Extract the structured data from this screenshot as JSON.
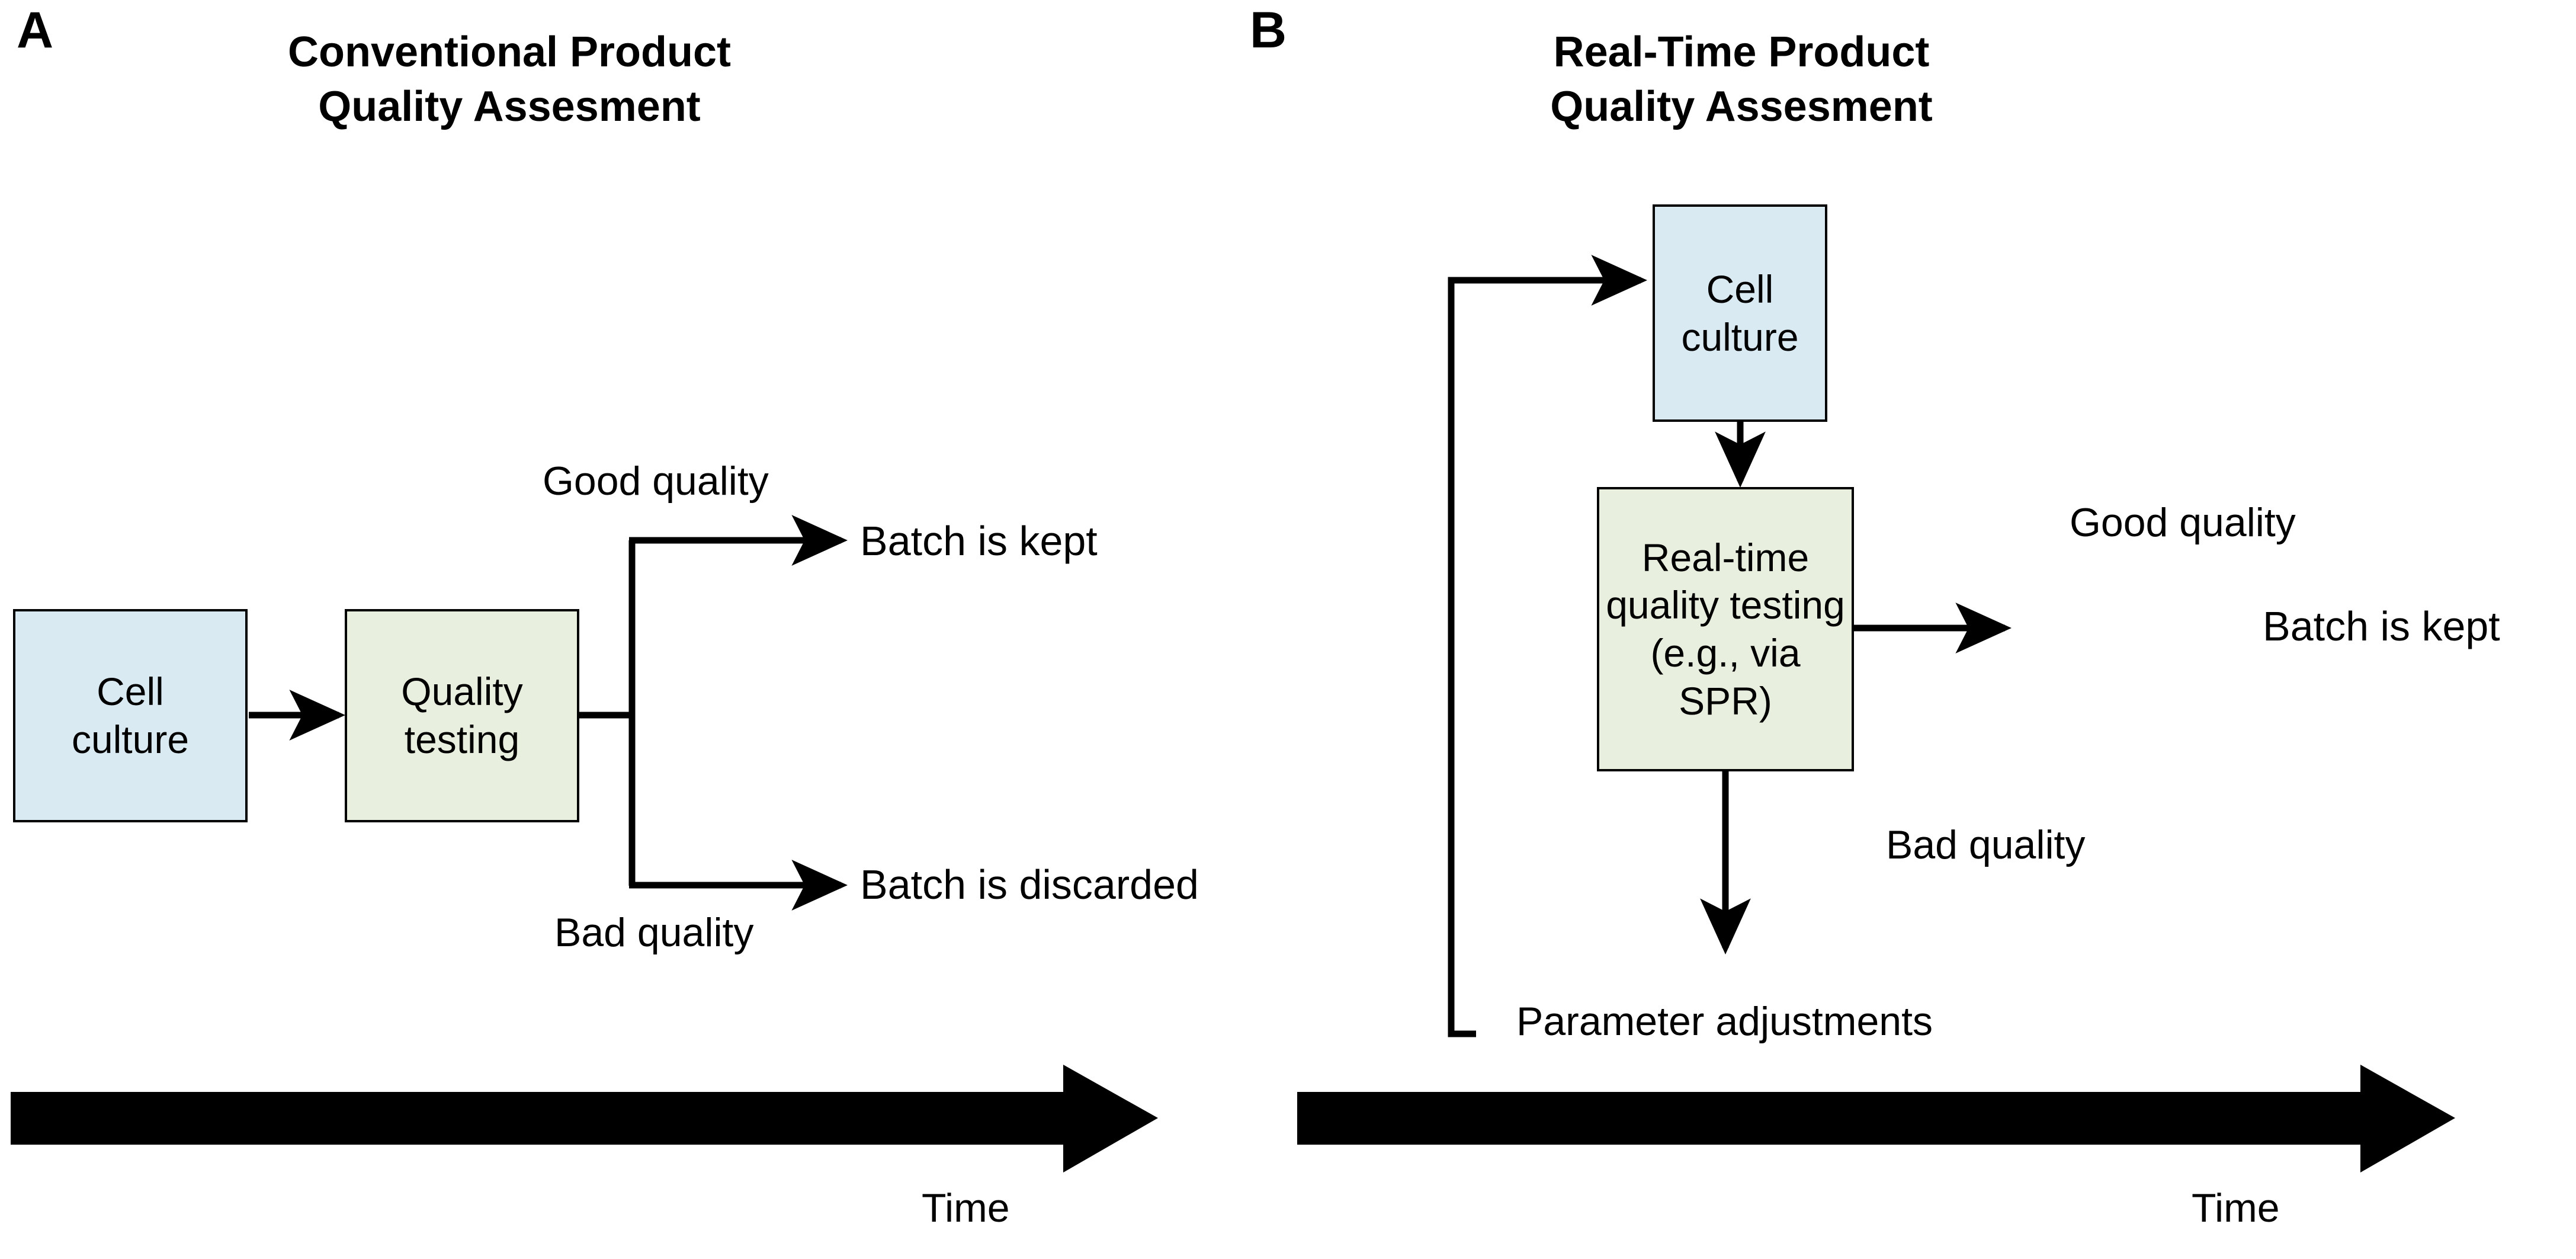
{
  "figure": {
    "background": "#ffffff",
    "stroke_color": "#000000",
    "box_fill_blue": "#daeaf2",
    "box_fill_green": "#e9efdf"
  },
  "panels": [
    {
      "letter": "A",
      "title": "Conventional Product\nQuality Assesment",
      "nodes": [
        {
          "id": "cell-culture",
          "label": "Cell\nculture",
          "fill": "blue"
        },
        {
          "id": "quality-testing",
          "label": "Quality\ntesting",
          "fill": "green"
        }
      ],
      "edge_labels": [
        {
          "id": "good-quality",
          "text": "Good quality"
        },
        {
          "id": "bad-quality",
          "text": "Bad quality"
        }
      ],
      "outcomes": [
        {
          "id": "batch-kept",
          "text": "Batch is kept"
        },
        {
          "id": "batch-discarded",
          "text": "Batch is discarded"
        }
      ],
      "time_axis_label": "Time"
    },
    {
      "letter": "B",
      "title": "Real-Time Product\nQuality Assesment",
      "nodes": [
        {
          "id": "cell-culture",
          "label": "Cell\nculture",
          "fill": "blue"
        },
        {
          "id": "realtime-quality-testing",
          "label": "Real-time\nquality testing\n(e.g., via SPR)",
          "fill": "green"
        }
      ],
      "edge_labels": [
        {
          "id": "good-quality",
          "text": "Good quality"
        },
        {
          "id": "bad-quality",
          "text": "Bad quality"
        },
        {
          "id": "parameter-adjustments",
          "text": "Parameter adjustments"
        }
      ],
      "outcomes": [
        {
          "id": "batch-kept",
          "text": "Batch is kept"
        }
      ],
      "time_axis_label": "Time"
    }
  ]
}
